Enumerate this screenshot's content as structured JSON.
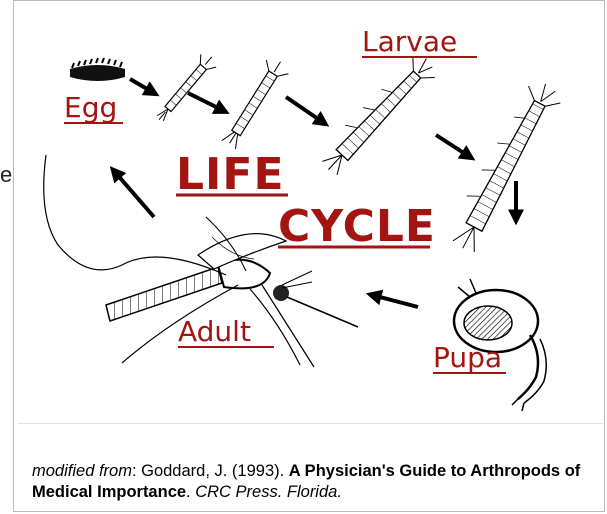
{
  "figure": {
    "labels": {
      "egg": "Egg",
      "larvae": "Larvae",
      "life": "LIFE",
      "cycle": "CYCLE",
      "pupa": "Pupa",
      "adult": "Adult"
    },
    "label_color": "#a31512"
  },
  "stray_text": "e",
  "caption": {
    "prefix": "modified from",
    "colon": ": ",
    "authors": "Goddard, J. (1993). ",
    "book_title": "A Physician's Guide to Arthropods of Medical Importance",
    "period": ". ",
    "publisher": "CRC Press. Florida."
  }
}
